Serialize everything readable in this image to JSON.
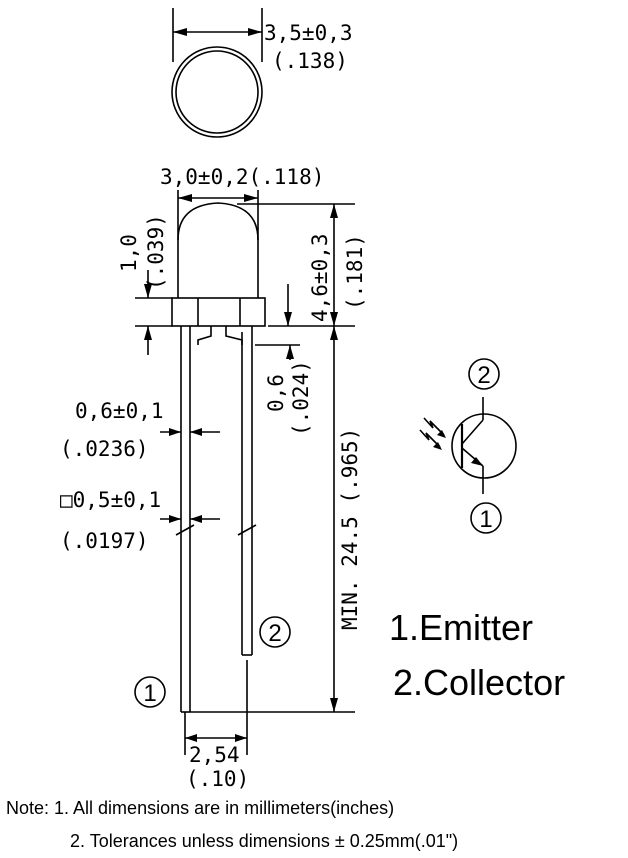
{
  "dimensions": {
    "top_diameter": "3,5±0,3",
    "top_diameter_in": "(.138)",
    "lens_width": "3,0±0,2(.118)",
    "flange_height": "1,0",
    "flange_height_in": "(.039)",
    "body_height": "4,6±0,3",
    "body_height_in": "(.181)",
    "standoff": "0,6",
    "standoff_in": "(.024)",
    "lead_length": "MIN. 24.5 (.965)",
    "lead_width": "0,6±0,1",
    "lead_width_in": "(.0236)",
    "lead_square": "□0,5±0,1",
    "lead_square_in": "(.0197)",
    "pitch": "2,54",
    "pitch_in": "(.10)"
  },
  "pins": {
    "pin1": "1",
    "pin2": "2",
    "pin1_label": "1.Emitter",
    "pin2_label": "2.Collector"
  },
  "notes": [
    "Note: 1. All dimensions are in millimeters(inches)",
    "2. Tolerances unless dimensions ± 0.25mm(.01\")"
  ]
}
